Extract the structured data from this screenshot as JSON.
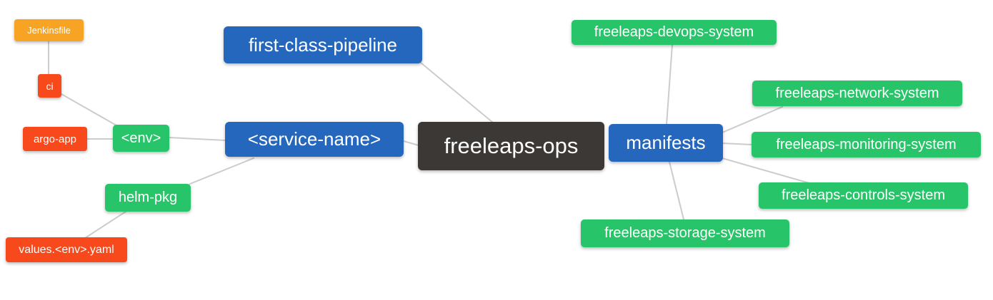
{
  "diagram": {
    "title": "freeleaps-ops mind map",
    "background_color": "#ffffff",
    "link_color": "#cccccc",
    "palette": {
      "blue": "#2467bd",
      "green": "#27c46a",
      "orange": "#f7a425",
      "red": "#f8491c",
      "dark": "#3b3835",
      "text": "#ffffff"
    },
    "nodes": {
      "root": {
        "label": "freeleaps-ops",
        "color": "dark"
      },
      "first_class_pipeline": {
        "label": "first-class-pipeline",
        "color": "blue"
      },
      "service_name": {
        "label": "<service-name>",
        "color": "blue"
      },
      "env": {
        "label": "<env>",
        "color": "green"
      },
      "ci": {
        "label": "ci",
        "color": "red"
      },
      "jenkinsfile": {
        "label": "Jenkinsfile",
        "color": "orange"
      },
      "argo_app": {
        "label": "argo-app",
        "color": "red"
      },
      "helm_pkg": {
        "label": "helm-pkg",
        "color": "green"
      },
      "values_env_yaml": {
        "label": "values.<env>.yaml",
        "color": "red"
      },
      "manifests": {
        "label": "manifests",
        "color": "blue"
      },
      "devops_system": {
        "label": "freeleaps-devops-system",
        "color": "green"
      },
      "network_system": {
        "label": "freeleaps-network-system",
        "color": "green"
      },
      "monitoring_system": {
        "label": "freeleaps-monitoring-system",
        "color": "green"
      },
      "controls_system": {
        "label": "freeleaps-controls-system",
        "color": "green"
      },
      "storage_system": {
        "label": "freeleaps-storage-system",
        "color": "green"
      }
    },
    "edges": [
      {
        "from": "jenkinsfile",
        "to": "ci"
      },
      {
        "from": "ci",
        "to": "env"
      },
      {
        "from": "argo_app",
        "to": "env"
      },
      {
        "from": "env",
        "to": "service_name"
      },
      {
        "from": "helm_pkg",
        "to": "service_name"
      },
      {
        "from": "helm_pkg",
        "to": "values_env_yaml"
      },
      {
        "from": "service_name",
        "to": "root"
      },
      {
        "from": "first_class_pipeline",
        "to": "root"
      },
      {
        "from": "root",
        "to": "manifests"
      },
      {
        "from": "manifests",
        "to": "devops_system"
      },
      {
        "from": "manifests",
        "to": "network_system"
      },
      {
        "from": "manifests",
        "to": "monitoring_system"
      },
      {
        "from": "manifests",
        "to": "controls_system"
      },
      {
        "from": "manifests",
        "to": "storage_system"
      }
    ]
  }
}
